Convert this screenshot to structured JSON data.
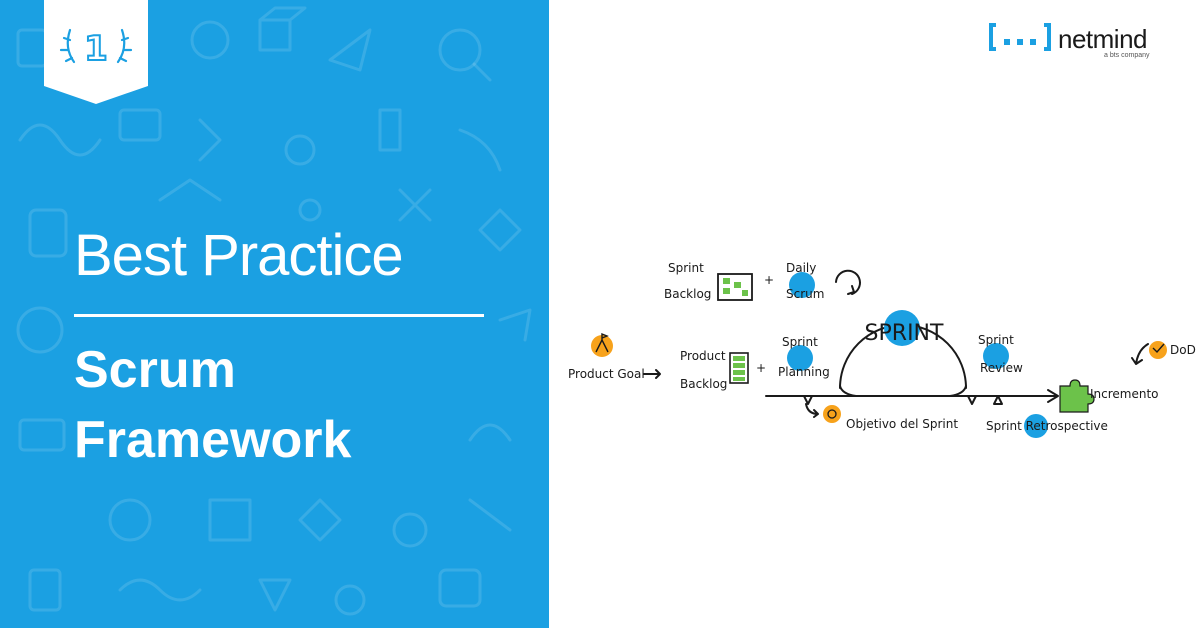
{
  "banner": {
    "badge_number": "1",
    "pretitle": "Best Practice",
    "title_line_1": "Scrum",
    "title_line_2": "Framework",
    "background_color": "#1ba0e2"
  },
  "logo": {
    "name": "netmind",
    "tagline": "a bts company",
    "accent_color": "#1ba0e2"
  },
  "diagram": {
    "sprint_label": "SPRINT",
    "sprint_backlog": [
      "Sprint",
      "Backlog"
    ],
    "daily_scrum": [
      "Daily",
      "Scrum"
    ],
    "product_goal": "Product Goal",
    "product_backlog": [
      "Product",
      "Backlog"
    ],
    "sprint_planning": [
      "Sprint",
      "Planning"
    ],
    "sprint_review": [
      "Sprint",
      "Review"
    ],
    "objective": "Objetivo del Sprint",
    "retrospective": "Sprint Retrospective",
    "increment": "Incremento",
    "dod": "DoD",
    "plus": "+",
    "dot_color": "#1ba0e2",
    "orange_color": "#f7a21b",
    "green_color": "#6cc24a"
  }
}
